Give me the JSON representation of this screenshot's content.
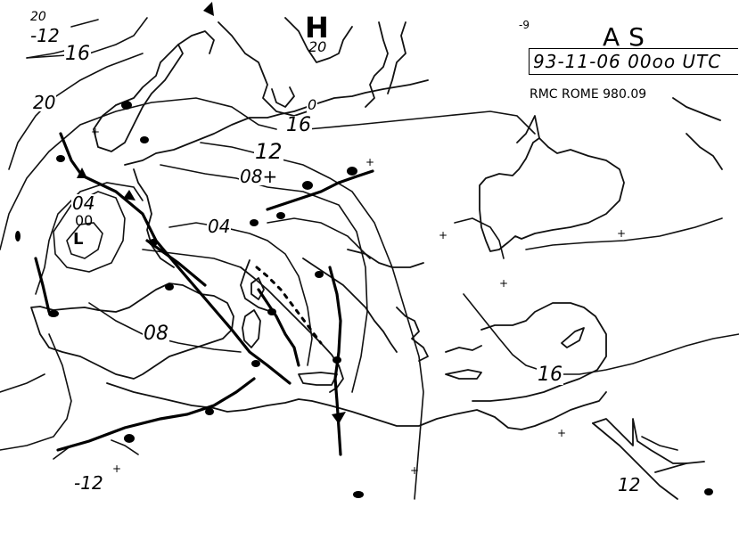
{
  "header": {
    "corner_mark": "-9",
    "chart_code": "AS",
    "datetime": "93-11-06  00oo UTC",
    "source": "RMC ROME 980.09"
  },
  "pressure_centers": [
    {
      "type": "H",
      "label": "H",
      "value": "20"
    },
    {
      "type": "L",
      "label": "L",
      "value": "00"
    }
  ],
  "isobar_labels": [
    {
      "id": "nw-20",
      "text": "20"
    },
    {
      "id": "nw-12",
      "text": "-12"
    },
    {
      "id": "nw-16",
      "text": "16"
    },
    {
      "id": "w-20",
      "text": "20"
    },
    {
      "id": "n-16",
      "text": "16"
    },
    {
      "id": "n-20",
      "text": "0"
    },
    {
      "id": "c-12",
      "text": "12"
    },
    {
      "id": "c-08",
      "text": "08+"
    },
    {
      "id": "c-04",
      "text": "04"
    },
    {
      "id": "low-04",
      "text": "04"
    },
    {
      "id": "sw-08",
      "text": "08"
    },
    {
      "id": "e-16",
      "text": "16"
    },
    {
      "id": "sw-12",
      "text": "-12"
    },
    {
      "id": "se-12",
      "text": "12"
    }
  ],
  "legend": {
    "cold_front": "cold-front-triangles",
    "warm_front": "warm-front-semicircles",
    "trough": "dotted-trough-line"
  }
}
